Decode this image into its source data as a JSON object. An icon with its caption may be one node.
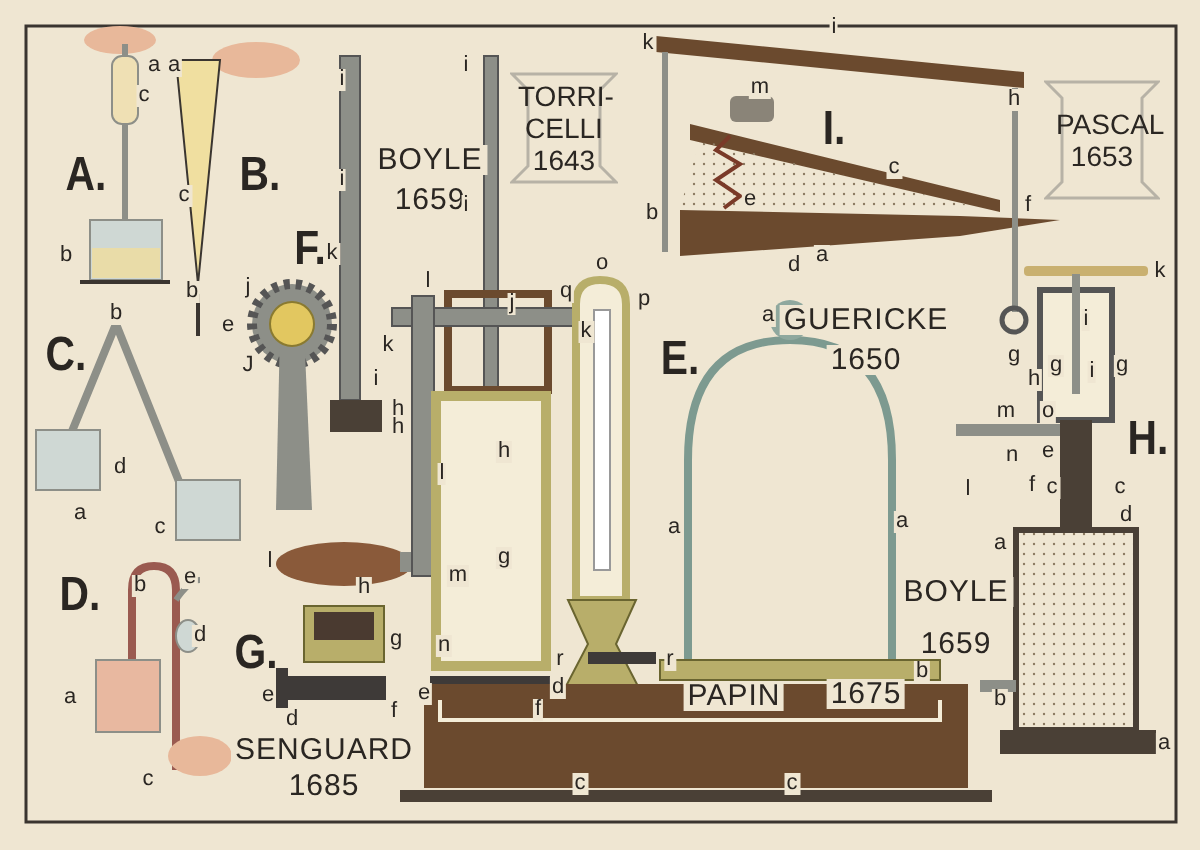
{
  "diagram": {
    "nodes": [
      {
        "text": [
          "TORRI- CELLI",
          "1643"
        ]
      },
      {
        "text": [
          "PASCAL",
          "1653"
        ]
      }
    ],
    "labels": [
      "a",
      "a",
      "c",
      "A.",
      "b",
      "B.",
      "c",
      "b",
      "e",
      "i",
      "i",
      "F.",
      "k",
      "j",
      "J",
      "k",
      "i",
      "h",
      "C.",
      "b",
      "d",
      "a",
      "c",
      "D.",
      "b",
      "e",
      "d",
      "a",
      "c",
      "l",
      "h",
      "g",
      "G.",
      "e",
      "d",
      "f",
      "SENGUARD",
      "1685",
      "BOYLE",
      "1659",
      "i",
      "i",
      "l",
      "j",
      "k",
      "h",
      "l",
      "h",
      "g",
      "m",
      "n",
      "e",
      "d",
      "f",
      "o",
      "q",
      "p",
      "E.",
      "a",
      "a",
      "r",
      "r",
      "PAPIN",
      "c",
      "c",
      "GUERICKE",
      "1650",
      "1675",
      "b",
      "a",
      "k",
      "i",
      "h",
      "I.",
      "m",
      "b",
      "e",
      "d",
      "c",
      "f",
      "a",
      "g",
      "k",
      "i",
      "g",
      "i",
      "g",
      "h",
      "m",
      "o",
      "H.",
      "n",
      "e",
      "f",
      "c",
      "c",
      "d",
      "l",
      "a",
      "BOYLE",
      "1659",
      "b",
      "a"
    ]
  }
}
